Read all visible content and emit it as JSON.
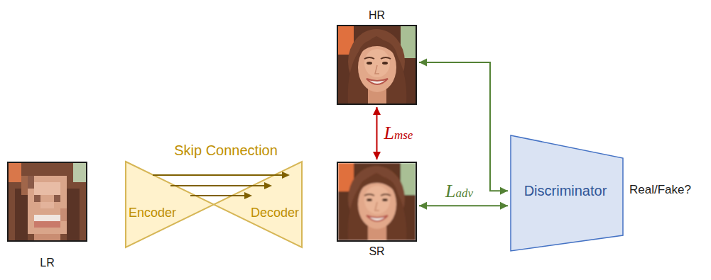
{
  "diagram": {
    "nodes": [
      {
        "text": [
          "HR"
        ]
      },
      {
        "text": [
          "LR"
        ]
      },
      {
        "text": [
          "Encoder",
          "Decoder"
        ]
      },
      {
        "text": [
          "SR"
        ]
      },
      {
        "text": [
          "Discriminator"
        ]
      }
    ],
    "edges": [
      {
        "from": 0,
        "to": 3,
        "arrow": "both",
        "label": "Lmse"
      },
      {
        "from": 3,
        "to": 4,
        "arrow": "both",
        "label": "Ladv"
      },
      {
        "from": 0,
        "to": 4,
        "arrow": "both"
      }
    ],
    "labels": [
      "Skip Connection",
      "Real/Fake?"
    ]
  }
}
